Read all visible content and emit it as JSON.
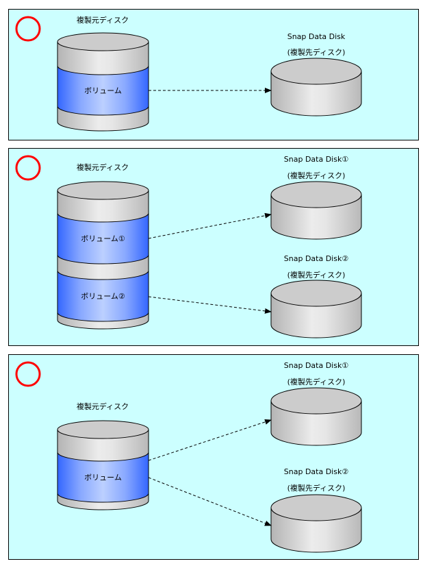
{
  "colors": {
    "panel_bg": "#ccffff",
    "panel_border": "#000000",
    "ok_mark": "#ff0000",
    "volume_blue": "#3366ff",
    "disk_gray": "#cccccc"
  },
  "panels": [
    {
      "status_icon": "ok-circle",
      "source": {
        "title": "複製元ディスク",
        "volumes": [
          "ボリューム"
        ]
      },
      "targets": [
        {
          "name": "Snap Data Disk",
          "subtitle": "(複製先ディスク)"
        }
      ],
      "links": [
        {
          "from_volume": 0,
          "to_target": 0
        }
      ]
    },
    {
      "status_icon": "ok-circle",
      "source": {
        "title": "複製元ディスク",
        "volumes": [
          "ボリューム①",
          "ボリューム②"
        ]
      },
      "targets": [
        {
          "name": "Snap Data Disk①",
          "subtitle": "(複製先ディスク)"
        },
        {
          "name": "Snap Data Disk②",
          "subtitle": "(複製先ディスク)"
        }
      ],
      "links": [
        {
          "from_volume": 0,
          "to_target": 0
        },
        {
          "from_volume": 1,
          "to_target": 1
        }
      ]
    },
    {
      "status_icon": "ok-circle",
      "source": {
        "title": "複製元ディスク",
        "volumes": [
          "ボリューム"
        ]
      },
      "targets": [
        {
          "name": "Snap Data Disk①",
          "subtitle": "(複製先ディスク)"
        },
        {
          "name": "Snap Data Disk②",
          "subtitle": "(複製先ディスク)"
        }
      ],
      "links": [
        {
          "from_volume": 0,
          "to_target": 0
        },
        {
          "from_volume": 0,
          "to_target": 1
        }
      ]
    }
  ]
}
